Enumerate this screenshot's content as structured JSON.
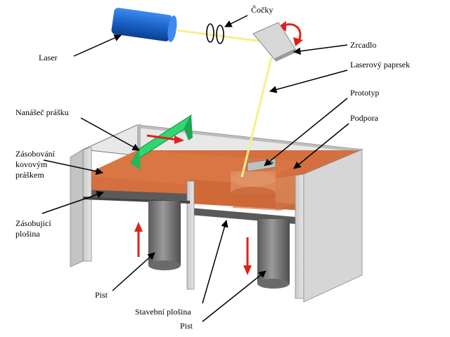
{
  "labels": {
    "laser": "Laser",
    "lenses": "Čočky",
    "mirror": "Zrcadlo",
    "laser_beam": "Laserový paprsek",
    "prototype": "Prototyp",
    "support": "Podpora",
    "powder_spreader": "Nanášeč prášku",
    "metal_powder_supply": [
      "Zásobování",
      "kovovým",
      "práškem"
    ],
    "supply_platform": [
      "Zásobujicí",
      "plošina"
    ],
    "piston_left": "Pist",
    "build_platform": "Stavební plošina",
    "piston_right": "Pist"
  },
  "colors": {
    "powder": "#d4703f",
    "wall": "#d6d6d6",
    "laser_body": "#1a63c8",
    "beam": "#f5f08a",
    "spreader": "#2fd86f",
    "arrow": "#e0201a",
    "piston": "#7a7a7a"
  }
}
